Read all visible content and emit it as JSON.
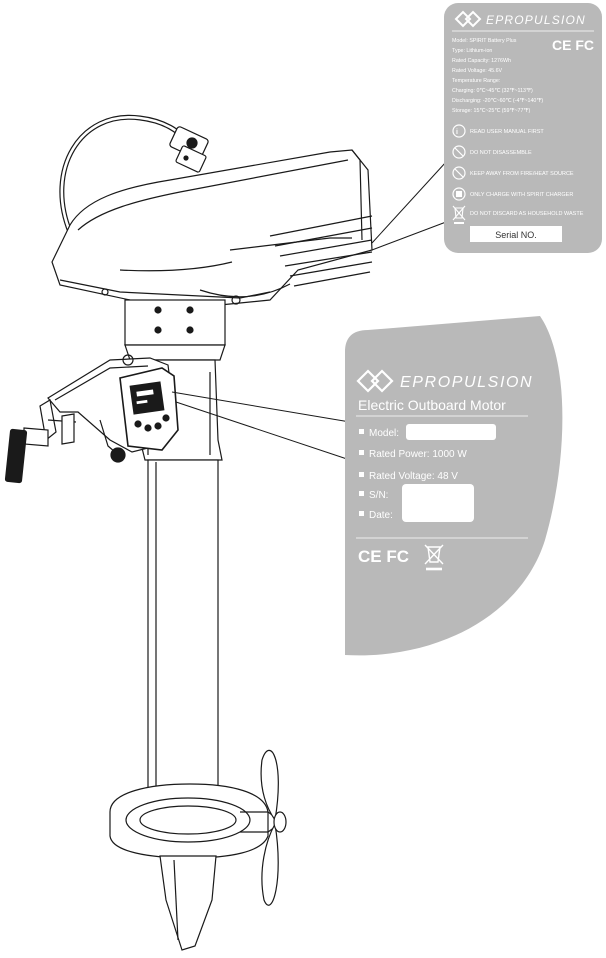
{
  "battery_label": {
    "brand": "EPROPULSION",
    "specs": [
      "Model: SPIRIT Battery Plus",
      "Type: Lithium-ion",
      "Rated Capacity: 1276Wh",
      "Rated Voltage: 45.6V",
      "Temperature Range:",
      "Charging: 0℃~45℃  (32℉~113℉)",
      "Discharging: -20℃~60℃  (-4℉~140℉)",
      "Storage: 15℃~25℃  (59℉~77℉)"
    ],
    "certifications": "CE  FC",
    "warnings": [
      {
        "icon": "read-manual-icon",
        "text": "READ USER MANUAL FIRST"
      },
      {
        "icon": "no-disassemble-icon",
        "text": "DO NOT DISASSEMBLE"
      },
      {
        "icon": "no-fire-icon",
        "text": "KEEP AWAY FROM FIRE/HEAT SOURCE"
      },
      {
        "icon": "charger-only-icon",
        "text": "ONLY CHARGE WITH SPIRIT CHARGER"
      },
      {
        "icon": "crossed-bin-icon",
        "text": "DO NOT DISCARD AS HOUSEHOLD WASTE"
      }
    ],
    "serial_label": "Serial NO."
  },
  "motor_label": {
    "brand": "EPROPULSION",
    "title": "Electric Outboard Motor",
    "fields": {
      "model": "Model:",
      "rated_power": "Rated Power: 1000 W",
      "rated_voltage": "Rated Voltage: 48 V",
      "sn": "S/N:",
      "date": "Date:"
    },
    "certifications": "CE  FC"
  },
  "colors": {
    "label_gray": "#b9b9b9",
    "label_text": "#ffffff",
    "line": "#1a1a1a"
  }
}
